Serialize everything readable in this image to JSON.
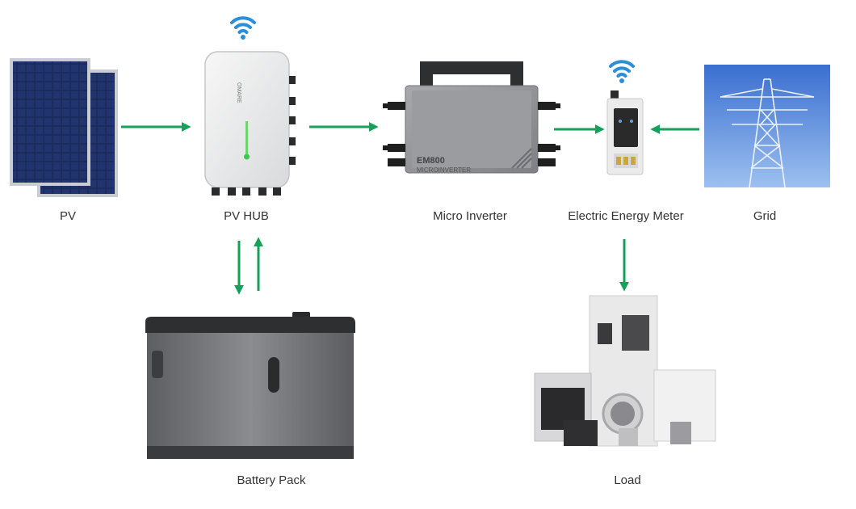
{
  "labels": {
    "pv": "PV",
    "pv_hub": "PV HUB",
    "micro_inverter": "Micro Inverter",
    "energy_meter": "Electric Energy Meter",
    "grid": "Grid",
    "battery_pack": "Battery Pack",
    "load": "Load"
  },
  "device_text": {
    "hub_brand": "OMARE",
    "inverter_model": "EM800",
    "inverter_type": "MICROINVERTER"
  },
  "colors": {
    "arrow": "#16a05a",
    "wifi": "#2a8fd8"
  },
  "icons": [
    "solar-panel-icon",
    "pv-hub-icon",
    "micro-inverter-icon",
    "energy-meter-icon",
    "power-tower-icon",
    "battery-pack-icon",
    "appliances-icon",
    "wifi-icon"
  ]
}
